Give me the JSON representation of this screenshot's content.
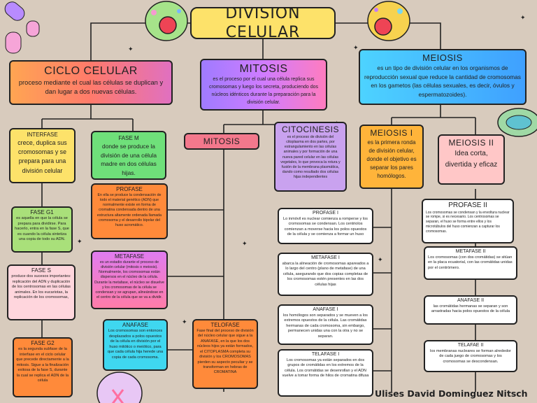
{
  "title": "DIVISION CELULAR",
  "ciclo": {
    "title": "CICLO CELULAR",
    "text": "proceso mediante el cual las células se duplican y dan lugar a dos nuevas células."
  },
  "mitosis_top": {
    "title": "MITOSIS",
    "text": "es el proceso por el cual una célula replica sus cromosomas y luego los secreta, produciendo dos núcleos idénticos durante la preparación para la división celular."
  },
  "meiosis_top": {
    "title": "MEIOSIS",
    "text": "es un tipo de división celular en los organismos de reproducción sexual que reduce la cantidad de cromosomas en los gametos (las células sexuales, es decir, óvulos y espermatozoides)."
  },
  "interfase": {
    "title": "INTERFASE",
    "text": "crece, duplica sus cromosomas y se prepara para una división celular"
  },
  "fasem": {
    "title": "FASE M",
    "text": "donde se produce la división de una célula madre en dos células hijas."
  },
  "mitosis_mid": {
    "title": "MITOSIS"
  },
  "citocinesis": {
    "title": "CITOCINESIS",
    "text": "es el proceso de división del citoplasma en dos partes, por estrangulamiento en las células animales y por formación de una nueva pared celular en las células vegetales, lo que provoca la rotura y fusión de la membrana plasmática, dando como resultado dos células hijas independientes"
  },
  "meiosis1": {
    "title": "MEIOSIS I",
    "text": "es la primera ronda de división celular, donde el objetivo es separar los pares homólogos."
  },
  "meiosis2": {
    "title": "MEIOSIS II",
    "text": "Idea corta, divertida y eficaz"
  },
  "faseg1": {
    "title": "FASE G1",
    "text": "es aquella en que la célula se prepara para dividirse. Para hacerlo, entra en la fase S, que es cuando la célula sintetiza una copia de todo su ADN."
  },
  "fases": {
    "title": "FASE S",
    "text": "produce dos sucesos importantes: replicación del ADN y duplicación de los centrosomas en las células animales. En los eucariotas, la replicación de los cromosomas,"
  },
  "faseg2": {
    "title": "FASE G2",
    "text": "es la segunda subfase de la interfase en el ciclo celular que precede directamente a la mitosis. Sigue a la finalización exitosa de la fase S, durante la cual se replica el ADN de la célula"
  },
  "profase": {
    "title": "PROFASE",
    "text": "En ella se produce la condensación de todo el material genético (ADN) que normalmente existe en forma de cromatina condensada dentro de una estructura altamente ordenada llamada cromosoma y el desarrollo bipolar del huso acromático."
  },
  "metafase": {
    "title": "METAFASE",
    "text": "es un estadio durante el proceso de división celular (mitosis o meiosis). Normalmente, los cromosomas están dispersos en el núcleo de la célula. Durante la metafase, el núcleo se disuelve y los cromosomas de la célula se condensan y se agrupan, alineándose en el centro de la célula que se va a dividir."
  },
  "anafase": {
    "title": "ANAFASE",
    "text": "Los cromosomas son entonces desplazados a polos opuestos de la célula en división por el huso mitótico o meiótico, para que cada célula hija herede una copia de cada cromosoma."
  },
  "telofase": {
    "title": "TELOFASE",
    "text": "Fase final del proceso de división del núcleo celular que sigue a la ANAFASE, en la que los dos núcleos hijos ya están formados, el CITOPLASMA completa su división y los CROMOSOMAS pierden su aspecto peculiar y se transforman en hebras de CROMATINA"
  },
  "profase1": {
    "title": "PROFASE I",
    "text": "Lo inmóvil es nuclear comienza a romperse y los cromosomas se condensan. Los centriolos comienzan a moverse hacia los polos opuestos de la célula y se comienza a formar un huso"
  },
  "metafase1": {
    "title": "METAFASE I",
    "text": "abarca la alineación de cromosomas apareados a lo largo del centro (plano de metafase) de una célula, asegurando que dos copias completas de los cromosomas estén presentes en las dos células hijas"
  },
  "anafase1": {
    "title": "ANAFASE I",
    "text": "los homólogos son separados y se mueven a los extremos opuestos de la célula. Las cromátidas hermanas de cada cromosoma, sin embargo, permanecen unidas una con la otra y no se separan."
  },
  "telofase1": {
    "title": "TELAFASE I",
    "text": "Los cromosomas ya están separados en dos grupos de cromátidas en los extremos de la célula. Los cromátidas se desenrollan y el ADN vuelve a tomar forma de hilos de cromatina difusa"
  },
  "profase2": {
    "title": "PROFASE II",
    "text": "Los cromosomas se condensan y la envoltura nuclear se rompe, si es necesario. Los centrosomas se separan, el huso se forma entre ellos y los microtúbulos del huso comienzan a capturar los cromosomas."
  },
  "metafase2": {
    "title": "METAFASE II",
    "text": "Los cromosomas (con dos cromátidas) se sitúan en la placa ecuatorial, con las cromátidas unidas por el centrómero."
  },
  "anafase2": {
    "title": "ANAFASE II",
    "text": "las cromátidas hermanas se separan y son arrastradas hacia polos opuestos de la célula"
  },
  "telofase2": {
    "title": "TELAFAE II",
    "text": "los membranas nucleares se forman alrededor de cada juego de cromosomas y los cromosomas se descondensan."
  },
  "author": "Ulises David Dominguez Nitsch"
}
